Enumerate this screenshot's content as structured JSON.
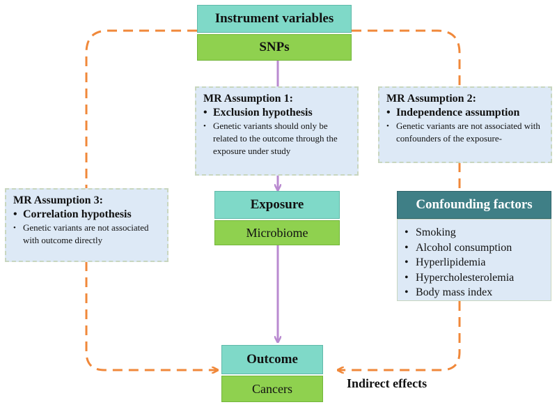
{
  "instrument": {
    "title": "Instrument variables",
    "sub": "SNPs"
  },
  "assumption1": {
    "title": "MR Assumption 1:",
    "hypothesis": "Exclusion hypothesis",
    "description": "Genetic variants should only be related to the outcome through the exposure under study"
  },
  "assumption2": {
    "title": "MR Assumption 2:",
    "hypothesis": "Independence assumption",
    "description": "Genetic variants are not associated with confounders of the exposure-"
  },
  "assumption3": {
    "title": "MR Assumption 3:",
    "hypothesis": "Correlation hypothesis",
    "description": "Genetic variants are not associated with outcome directly"
  },
  "exposure": {
    "title": "Exposure",
    "sub": "Microbiome"
  },
  "outcome": {
    "title": "Outcome",
    "sub": "Cancers"
  },
  "confounding": {
    "title": "Confounding factors",
    "items": [
      "Smoking",
      "Alcohol consumption",
      "Hyperlipidemia",
      "Hypercholesterolemia",
      "Body mass index"
    ]
  },
  "indirect_label": "Indirect effects",
  "colors": {
    "dashed_path": "#f0883a",
    "solid_path": "#b98ad0",
    "teal": "#7fd9c8",
    "green": "#8fd14f",
    "dark_teal": "#3f7f86",
    "assumption_bg": "#dde9f6"
  }
}
